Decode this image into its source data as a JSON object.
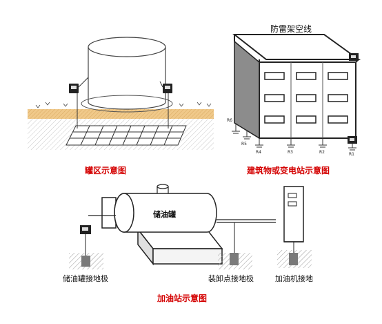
{
  "tank_area": {
    "caption": "罐区示意图"
  },
  "building": {
    "caption": "建筑物或变电站示意图",
    "roof_label": "防雷架空线",
    "ground_points": [
      "R6",
      "R5",
      "R4",
      "R3",
      "R2",
      "R1"
    ]
  },
  "gas_station": {
    "caption": "加油站示意图",
    "tank_label": "储油罐",
    "grounding_labels": {
      "tank": "储油罐接地极",
      "unload": "装卸点接地极",
      "dispenser": "加油机接地"
    }
  },
  "colors": {
    "caption": "#d40000",
    "line": "#222222",
    "soil": "#f0c98a",
    "pole": "#7a7a7a"
  }
}
